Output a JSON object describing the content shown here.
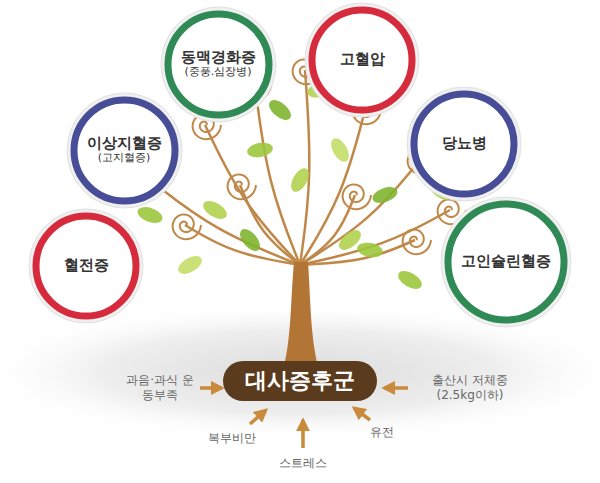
{
  "diagram": {
    "nodes": [
      {
        "text": [
          "동맥경화증",
          "(중풍.심장병)"
        ]
      },
      {
        "text": [
          "고혈압"
        ]
      },
      {
        "text": [
          "이상지혈증",
          "(고지혈증)"
        ]
      },
      {
        "text": [
          "당뇨병"
        ]
      },
      {
        "text": [
          "혈전증"
        ]
      },
      {
        "text": [
          "고인슐린혈증"
        ]
      },
      {
        "text": [
          "대사증후군"
        ]
      }
    ],
    "labels": [
      "과음·과식 운동부족",
      "복부비만",
      "스트레스",
      "유전",
      "출산시 저체중 (2.5kg이하)"
    ]
  }
}
